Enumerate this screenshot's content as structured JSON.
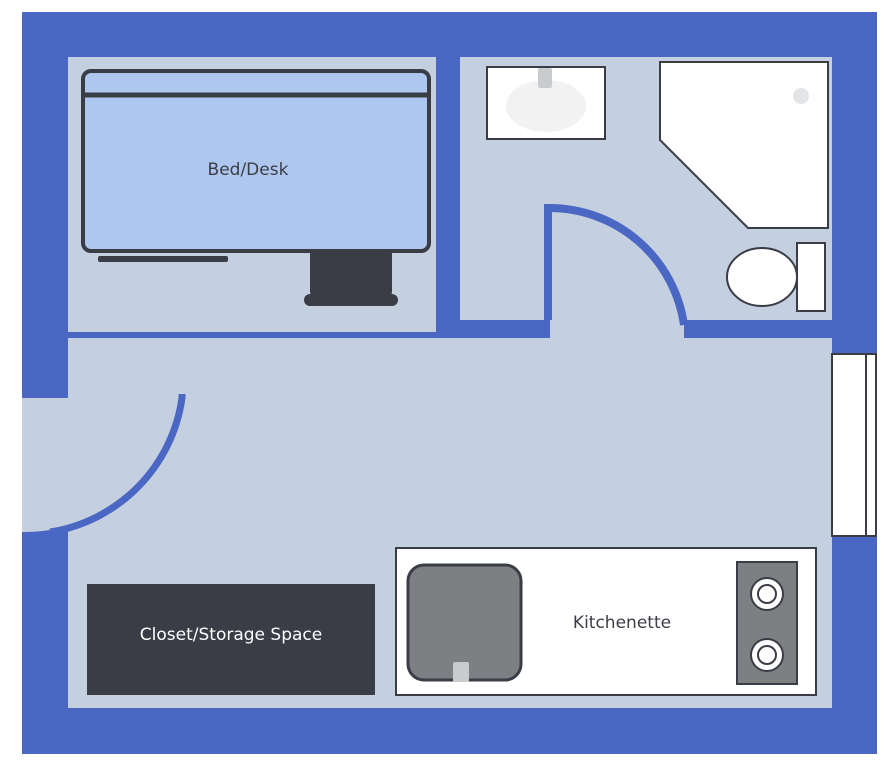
{
  "labels": {
    "bed_desk": "Bed/Desk",
    "closet": "Closet/Storage Space",
    "kitchenette": "Kitchenette"
  },
  "colors": {
    "wall": "#4a67c4",
    "floor": "#c4d0e0",
    "bed": "#aec7ef",
    "dark": "#3a3d46",
    "sink_basin": "#7c8083",
    "fixture": "#ffffff"
  }
}
